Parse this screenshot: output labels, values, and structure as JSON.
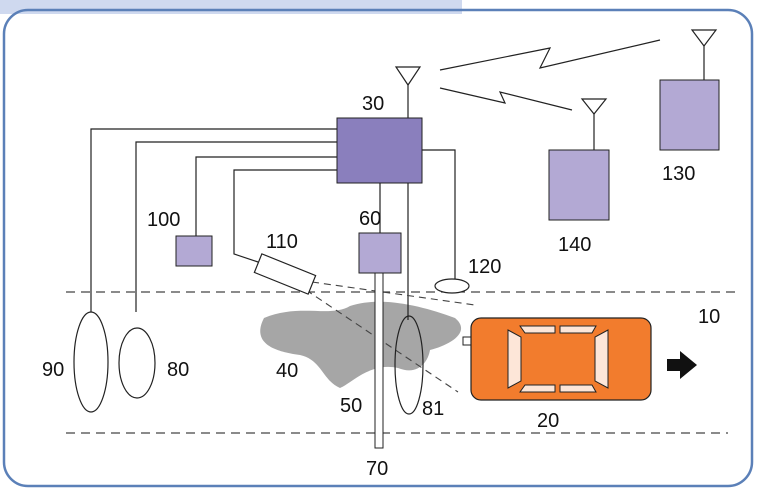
{
  "labels": {
    "road": "10",
    "vehicle": "20",
    "controller": "30",
    "puddle": "40",
    "pole": "50",
    "pole_unit": "60",
    "pole_base": "70",
    "loop_a": "80",
    "loop_b": "81",
    "loop_c": "90",
    "box_left": "100",
    "camera": "110",
    "sensor": "120",
    "remote_station_1": "130",
    "remote_station_2": "140"
  },
  "colors": {
    "page_bg": "#ffffff",
    "frame_fill": "#cfd9ef",
    "frame_border": "#5b80b8",
    "controller": "#8a7fbd",
    "device": "#b3a9d4",
    "puddle": "#a6a6a6",
    "vehicle_body": "#f27c2d",
    "vehicle_window": "#fde6d8",
    "line": "#222222",
    "dash": "#444444",
    "arrow": "#111111"
  },
  "icons": {
    "antenna": "antenna-icon",
    "wireless_link": "lightning-link-icon",
    "direction": "right-arrow-icon"
  }
}
